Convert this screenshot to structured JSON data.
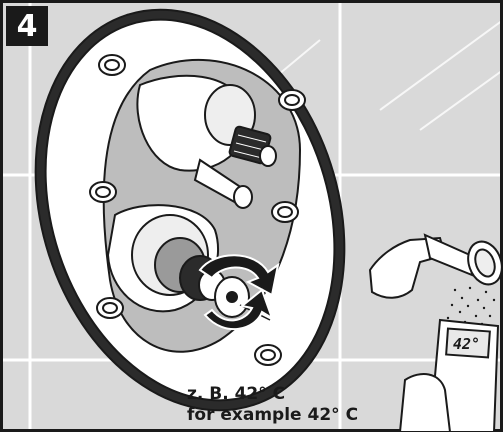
{
  "step_number": "4",
  "caption": {
    "line1": "z. B. 42° C",
    "line2": "for example 42° C"
  },
  "thermometer": {
    "display": "42°"
  },
  "colors": {
    "wall": "#d9d9d9",
    "grout": "#ffffff",
    "outline": "#1a1a1a",
    "trim_plate": "#ffffff",
    "seal": "#2b2b2b",
    "cavity": "#bdbdbd"
  },
  "icons": [
    "rotation-arrows-icon",
    "water-spray-icon"
  ]
}
